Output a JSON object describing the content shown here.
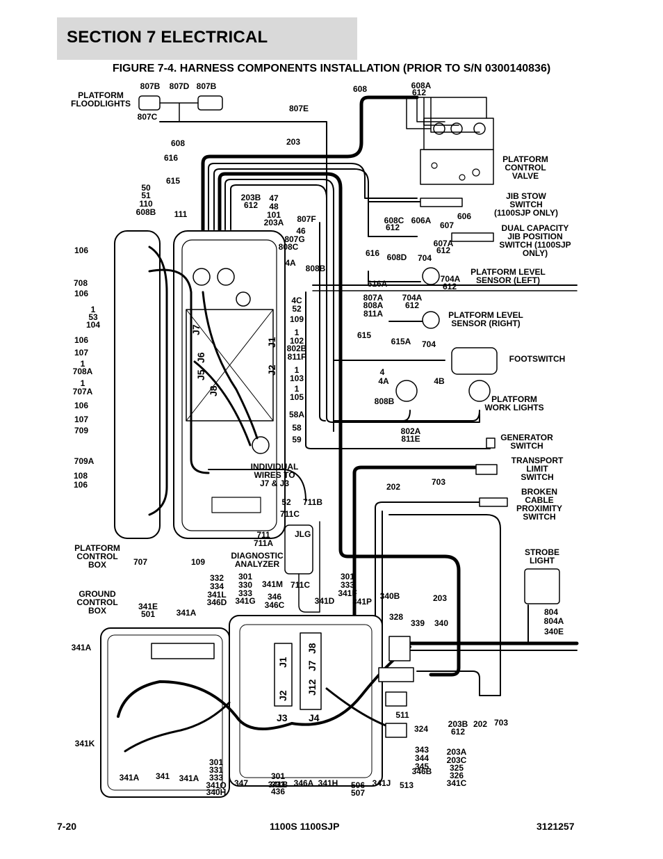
{
  "header": {
    "section": "SECTION 7   ELECTRICAL",
    "figure_title": "FIGURE 7-4. HARNESS COMPONENTS INSTALLATION (PRIOR TO S/N 0300140836)"
  },
  "footer": {
    "page": "7-20",
    "model": "1100S 1100SJP",
    "doc_number": "3121257"
  },
  "labels": {
    "platform_floodlights": [
      "PLATFORM",
      "FLOODLIGHTS"
    ],
    "l807b_a": "807B",
    "l807d": "807D",
    "l807b_b": "807B",
    "l807c": "807C",
    "l807e": "807E",
    "l608_top": "608",
    "l608a": "608A",
    "l612_top": "612",
    "l608_mid": "608",
    "l203_top": "203",
    "l616_top": "616",
    "l615_top": "615",
    "l50": "50",
    "l51": "51",
    "l110": "110",
    "l608b": "608B",
    "l111": "111",
    "l203b_top": "203B",
    "l612_b": "612",
    "l47": "47",
    "l48": "48",
    "l101": "101",
    "l203a_top": "203A",
    "l807f": "807F",
    "l46": "46",
    "l807g": "807G",
    "l808c": "808C",
    "l4a_top": "4A",
    "l808b_top": "808B",
    "platform_control_valve": [
      "PLATFORM",
      "CONTROL",
      "VALVE"
    ],
    "jib_stow": [
      "JIB STOW",
      "SWITCH",
      "(1100SJP ONLY)"
    ],
    "l606": "606",
    "l608c": "608C",
    "l606a": "606A",
    "l612_c": "612",
    "l607": "607",
    "dual_capacity": [
      "DUAL CAPACITY",
      "JIB POSITION",
      "SWITCH (1100SJP",
      "ONLY)"
    ],
    "l607a": "607A",
    "l612_d": "612",
    "l608d": "608D",
    "l704": "704",
    "l616_mid": "616",
    "l704a": "704A",
    "l612_e": "612",
    "l616a": "616A",
    "platform_level_left": [
      "PLATFORM LEVEL",
      "SENSOR (LEFT)"
    ],
    "l807a": "807A",
    "l808a": "808A",
    "l811a": "811A",
    "l704a_b": "704A",
    "l612_f": "612",
    "platform_level_right": [
      "PLATFORM LEVEL",
      "SENSOR (RIGHT)"
    ],
    "l615_mid": "615",
    "l615a": "615A",
    "l704_b": "704",
    "footswitch": "FOOTSWITCH",
    "l4": "4",
    "l4a_mid": "4A",
    "l4b": "4B",
    "l808b_mid": "808B",
    "platform_work_lights": [
      "PLATFORM",
      "WORK LIGHTS"
    ],
    "l802a": "802A",
    "l811e": "811E",
    "generator_switch": [
      "GENERATOR",
      "SWITCH"
    ],
    "transport_limit": [
      "TRANSPORT",
      "LIMIT",
      "SWITCH"
    ],
    "l202_mid": "202",
    "l703_mid": "703",
    "broken_cable": [
      "BROKEN",
      "CABLE",
      "PROXIMITY",
      "SWITCH"
    ],
    "strobe_light": [
      "STROBE",
      "LIGHT"
    ],
    "l203_right": "203",
    "l804": "804",
    "l804a": "804A",
    "l340e": "340E",
    "l106_a": "106",
    "l708": "708",
    "l106_b": "106",
    "l1_a": "1",
    "l53": "53",
    "l104": "104",
    "l106_c": "106",
    "l107_a": "107",
    "l1_b": "1",
    "l708a": "708A",
    "l1_c": "1",
    "l707a": "707A",
    "l106_d": "106",
    "l107_b": "107",
    "l709": "709",
    "l709a": "709A",
    "l108": "108",
    "l106_e": "106",
    "l4c": "4C",
    "l52_a": "52",
    "l109_a": "109",
    "l1_d": "1",
    "l102": "102",
    "l802b": "802B",
    "l811f": "811F",
    "l1_e": "1",
    "l103": "103",
    "l1_f": "1",
    "l105": "105",
    "l58a": "58A",
    "l58": "58",
    "l59": "59",
    "j7": "J7",
    "j6": "J6",
    "j5": "J5",
    "j8": "J8",
    "j1": "J1",
    "j2": "J2",
    "individual_wires": [
      "INDIVIDUAL",
      "WIRES TO",
      "J7 & J3"
    ],
    "l52_b": "52",
    "l711b": "711B",
    "l711c": "711C",
    "l711": "711",
    "l711a": "711A",
    "diagnostic_analyzer": [
      "DIAGNOSTIC",
      "ANALYZER"
    ],
    "platform_control_box": [
      "PLATFORM",
      "CONTROL",
      "BOX"
    ],
    "l707": "707",
    "l109_b": "109",
    "ground_control_box": [
      "GROUND",
      "CONTROL",
      "BOX"
    ],
    "l341e": "341E",
    "l501": "501",
    "l341a_a": "341A",
    "l332": "332",
    "l334": "334",
    "l341l": "341L",
    "l346d": "346D",
    "l301_a": "301",
    "l330": "330",
    "l333_a": "333",
    "l341g": "341G",
    "l341m": "341M",
    "l346": "346",
    "l346c": "346C",
    "l711c_b": "711C",
    "l301_b": "301",
    "l333_b": "333",
    "l341f": "341F",
    "l341d": "341D",
    "l341p": "341P",
    "l340b": "340B",
    "l328": "328",
    "l339": "339",
    "l340": "340",
    "l341a_b": "341A",
    "l341k": "341K",
    "j1_g": "J1",
    "j2_g": "J2",
    "j3_g": "J3",
    "j4_g": "J4",
    "j8_g": "J8",
    "j7_g": "J7",
    "j12_g": "J12",
    "l511": "511",
    "l324": "324",
    "l203b_bot": "203B",
    "l612_g": "612",
    "l202_bot": "202",
    "l703_bot": "703",
    "l343": "343",
    "l344": "344",
    "l345": "345",
    "l346b": "346B",
    "l203a_bot": "203A",
    "l203c": "203C",
    "l325": "325",
    "l326": "326",
    "l341c": "341C",
    "l341a_c": "341A",
    "l341": "341",
    "l341a_d": "341A",
    "l301_c": "301",
    "l331": "331",
    "l333_c": "333",
    "l341q": "341Q",
    "l340h": "340H",
    "l347": "347",
    "l301_d": "301",
    "l333_d": "333",
    "l341b": "341B",
    "l436": "436",
    "l346a": "346A",
    "l341h": "341H",
    "l506": "506",
    "l507": "507",
    "l341j": "341J",
    "l513": "513",
    "jlg_badge": "JLG"
  },
  "colors": {
    "section_bar": "#d9d9d9",
    "ink": "#000000"
  }
}
